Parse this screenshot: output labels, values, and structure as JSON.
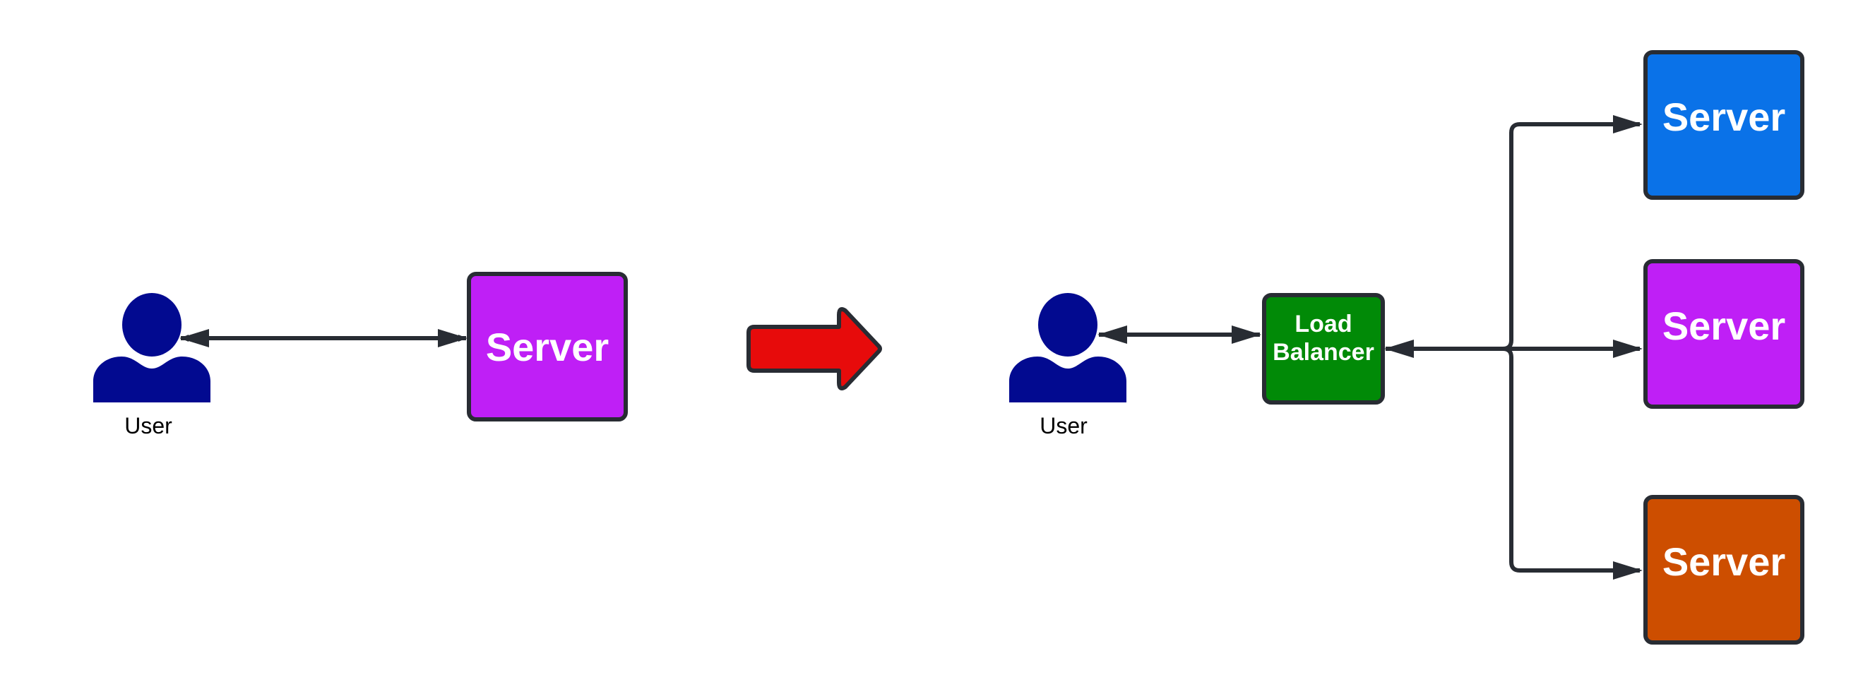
{
  "colors": {
    "stroke": "#282c33",
    "user_icon": "#020a90",
    "transition_arrow": "#e70b0b",
    "server_before": "#bf1ff6",
    "load_balancer": "#018a07",
    "server_1": "#0a72e8",
    "server_2": "#bf1ff6",
    "server_3": "#cd4e00"
  },
  "before": {
    "user_label": "User",
    "server_label": "Server"
  },
  "after": {
    "user_label": "User",
    "load_balancer_label_line1": "Load",
    "load_balancer_label_line2": "Balancer",
    "servers": [
      {
        "label": "Server"
      },
      {
        "label": "Server"
      },
      {
        "label": "Server"
      }
    ]
  }
}
